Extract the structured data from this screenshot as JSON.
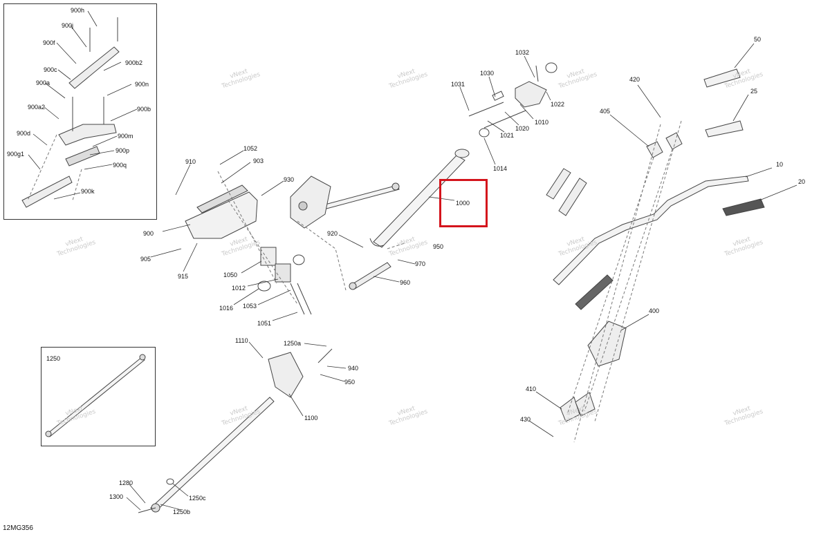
{
  "diagram": {
    "code": "12MG356",
    "highlight_label": "1000",
    "colors": {
      "highlight": "#d4141c",
      "line": "#333333",
      "part": "#555555"
    },
    "watermark_lines": [
      "vNext",
      "Technologies"
    ],
    "labels": {
      "p50": "50",
      "p25": "25",
      "p10": "10",
      "p20": "20",
      "p420": "420",
      "p405": "405",
      "p400": "400",
      "p410": "410",
      "p430": "430",
      "p1032": "1032",
      "p1030": "1030",
      "p1031": "1031",
      "p1022": "1022",
      "p1010": "1010",
      "p1020": "1020",
      "p1021": "1021",
      "p1014": "1014",
      "p910": "910",
      "p1052": "1052",
      "p903": "903",
      "p930": "930",
      "p900": "900",
      "p905": "905",
      "p915": "915",
      "p920": "920",
      "p950": "950",
      "p970": "970",
      "p960": "960",
      "p1050": "1050",
      "p1012": "1012",
      "p1016": "1016",
      "p1053": "1053",
      "p1051": "1051",
      "p1110": "1110",
      "p1250a": "1250a",
      "p940": "940",
      "p950b": "950",
      "p1100": "1100",
      "p1280": "1280",
      "p1300": "1300",
      "p1250c": "1250c",
      "p1250b": "1250b",
      "p1250": "1250",
      "p900h": "900h",
      "p900j": "900j",
      "p900f": "900f",
      "p900b2": "900b2",
      "p900c": "900c",
      "p900n": "900n",
      "p900a": "900a",
      "p900a2": "900a2",
      "p900b": "900b",
      "p900d": "900d",
      "p900m": "900m",
      "p900p": "900p",
      "p900g1": "900g1",
      "p900q": "900q",
      "p900k": "900k"
    }
  }
}
